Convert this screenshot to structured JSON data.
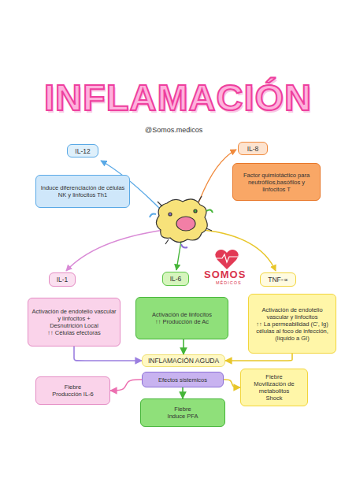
{
  "diagram": {
    "title": "INFLAMACIÓN",
    "nodes": [
      {
        "text": [
          "IL-12"
        ]
      },
      {
        "text": [
          "Induce diferenciación de células NK y linfocitos Th1"
        ]
      },
      {
        "text": [
          "IL-8"
        ]
      },
      {
        "text": [
          "Factor quimiotáctico para neutrófilos,basófilos y linfocitos T"
        ]
      },
      {
        "text": [
          "IL-1"
        ]
      },
      {
        "text": [
          "Activación de endotelio vascular y linfocitos +",
          "Desnutrición Local",
          "↑↑ Células efectoras"
        ]
      },
      {
        "text": [
          "IL-6"
        ]
      },
      {
        "text": [
          "Activación de linfocitos",
          "↑↑ Producción de Ac"
        ]
      },
      {
        "text": [
          "TNF-∝"
        ]
      },
      {
        "text": [
          "Activación de endotelio vascular y linfocitos",
          "↑↑ La permeabilidad (C', Ig) células al foco de infección, (líquido a GI)"
        ]
      },
      {
        "text": [
          "INFLAMACIÓN AGUDA"
        ]
      },
      {
        "text": [
          "Efectos sistemicos"
        ]
      },
      {
        "text": [
          "Fiebre",
          "Producción IL-6"
        ]
      },
      {
        "text": [
          "Fiebre",
          "Movilización de metabolitos",
          "Shock"
        ]
      },
      {
        "text": [
          "Fiebre",
          "Induce PFA"
        ]
      }
    ],
    "edges": [
      {
        "from": 5,
        "to": 10,
        "arrow": "to"
      },
      {
        "from": 7,
        "to": 10,
        "arrow": "to"
      },
      {
        "from": 9,
        "to": 10,
        "arrow": "to"
      },
      {
        "from": 11,
        "to": 12,
        "arrow": "to"
      },
      {
        "from": 11,
        "to": 13,
        "arrow": "to"
      },
      {
        "from": 11,
        "to": 14,
        "arrow": "to"
      }
    ],
    "labels": [
      "@Somos.medicos",
      "SOMOS",
      "MÉDICOS"
    ]
  }
}
